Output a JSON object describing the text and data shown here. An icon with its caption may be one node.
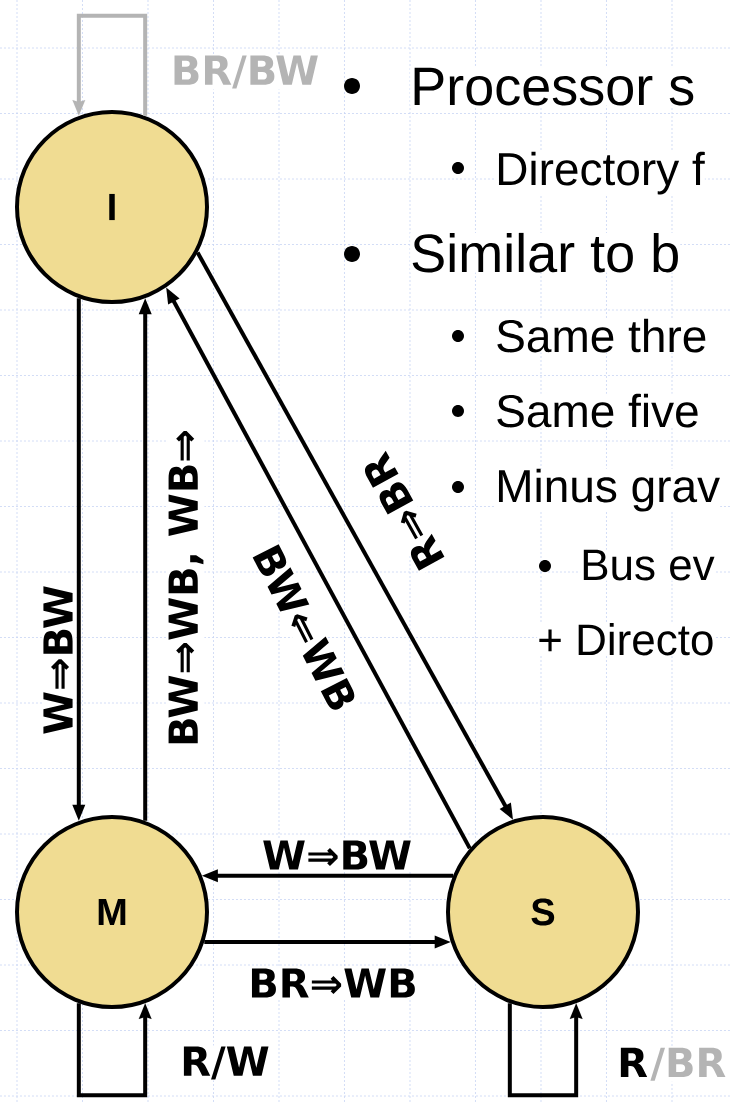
{
  "diagram": {
    "nodes": [
      {
        "text": [
          "I"
        ]
      },
      {
        "text": [
          "M"
        ]
      },
      {
        "text": [
          "S"
        ]
      }
    ],
    "edges": [
      {
        "from": 0,
        "to": 0,
        "arrow": "to",
        "label": "BR/BW",
        "color": "#b4b4b4"
      },
      {
        "from": 0,
        "to": 1,
        "arrow": "to",
        "label": "W⇒BW"
      },
      {
        "from": 1,
        "to": 0,
        "arrow": "to",
        "label": "BW⇒WB, WB⇒"
      },
      {
        "from": 2,
        "to": 0,
        "arrow": "to",
        "label": "BW⇐WB"
      },
      {
        "from": 0,
        "to": 2,
        "arrow": "to",
        "label": "R⇒BR"
      },
      {
        "from": 2,
        "to": 1,
        "arrow": "to",
        "label": "W⇒BW"
      },
      {
        "from": 1,
        "to": 2,
        "arrow": "to",
        "label": "BR⇒WB"
      },
      {
        "from": 1,
        "to": 1,
        "arrow": "to",
        "label": "R/W"
      },
      {
        "from": 2,
        "to": 2,
        "arrow": "to",
        "label": "R"
      }
    ],
    "labels": [
      "Processor s",
      "Directory f",
      "Similar to b",
      "Same thre",
      "Same five",
      "Minus grav",
      "Bus ev",
      "+ Directo",
      "/BR"
    ]
  }
}
